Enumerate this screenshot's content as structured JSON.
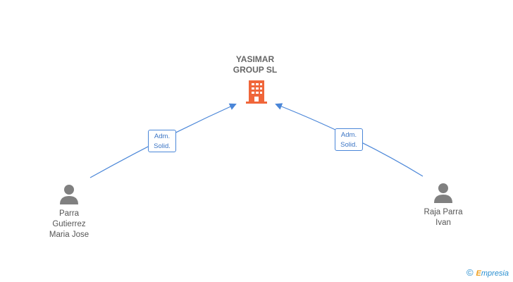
{
  "company": {
    "name_line1": "YASIMAR",
    "name_line2": "GROUP SL",
    "icon": "building-icon",
    "color": "#f0663a"
  },
  "people": [
    {
      "name_lines": [
        "Parra",
        "Gutierrez",
        "Maria Jose"
      ],
      "icon": "person-icon",
      "relation": {
        "line1": "Adm.",
        "line2": "Solid."
      }
    },
    {
      "name_lines": [
        "Raja Parra",
        "Ivan"
      ],
      "icon": "person-icon",
      "relation": {
        "line1": "Adm.",
        "line2": "Solid."
      }
    }
  ],
  "colors": {
    "link": "#4a86d8",
    "person": "#808080",
    "text": "#666666"
  },
  "watermark": {
    "copyright": "©",
    "brand_e": "E",
    "brand_rest": "mpresia"
  }
}
